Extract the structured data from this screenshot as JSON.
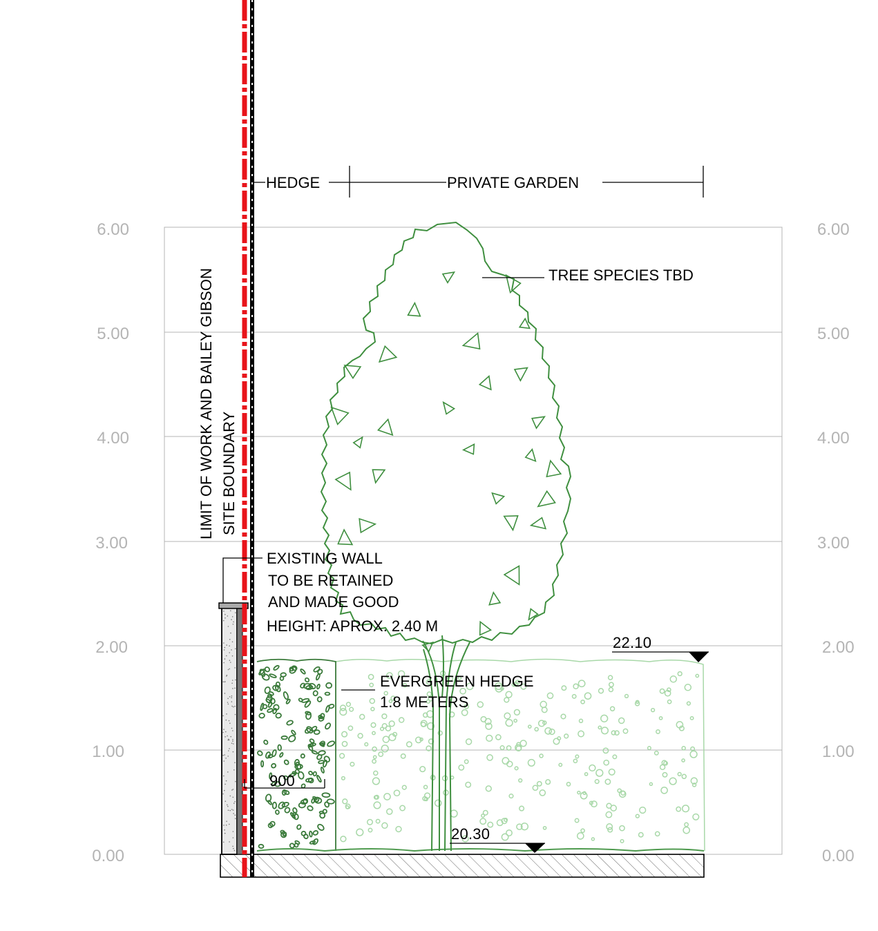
{
  "axis": {
    "left_ticks": [
      "6.00",
      "5.00",
      "4.00",
      "3.00",
      "2.00",
      "1.00",
      "0.00"
    ],
    "right_ticks": [
      "6.00",
      "5.00",
      "4.00",
      "3.00",
      "2.00",
      "1.00",
      "0.00"
    ]
  },
  "labels": {
    "hedge_zone": "HEDGE",
    "garden_zone": "PRIVATE GARDEN",
    "boundary_line1": "LIMIT OF WORK AND BAILEY GIBSON",
    "boundary_line2": "SITE BOUNDARY",
    "tree": "TREE SPECIES TBD",
    "wall_line1": "EXISTING WALL",
    "wall_line2": "TO BE RETAINED",
    "wall_line3": "AND MADE GOOD",
    "wall_line4": "HEIGHT: APROX. 2.40 M",
    "hedge_line1": "EVERGREEN HEDGE",
    "hedge_line2": "1.8 METERS",
    "level_top": "22.10",
    "level_ground": "20.30",
    "dimension": "900"
  },
  "colors": {
    "boundary_red": "#e8141b",
    "boundary_black": "#000000",
    "plant_green": "#3f8f3f",
    "hedge_light": "#a8d8a8",
    "grid_grey": "#b4b4b4"
  }
}
